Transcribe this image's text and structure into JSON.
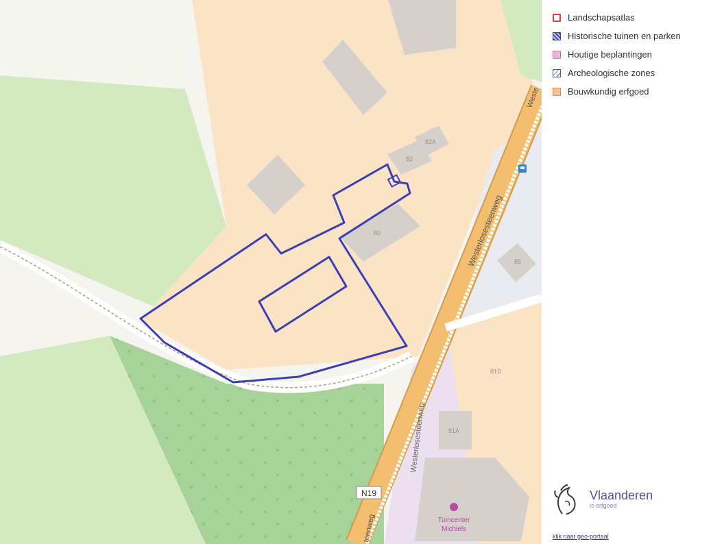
{
  "legend": {
    "items": [
      {
        "label": "Landschapsatlas",
        "color": "#d33c3c",
        "style": "outline"
      },
      {
        "label": "Historische tuinen en parken",
        "color": "#3d3fa0",
        "style": "hatched"
      },
      {
        "label": "Houtige beplantingen",
        "color": "#c77ab3",
        "style": "filled"
      },
      {
        "label": "Archeologische zones",
        "color": "#4a5c7a",
        "style": "hatched-outline"
      },
      {
        "label": "Bouwkundig erfgoed",
        "color": "#e38a4a",
        "style": "filled"
      }
    ]
  },
  "map": {
    "road_labels": [
      "Westerlosesteenweg",
      "Westerlosesteenweg",
      "teenweg",
      "Weste"
    ],
    "route_shield": "N19",
    "house_numbers": [
      "82",
      "82A",
      "80",
      "85",
      "81D",
      "81A"
    ],
    "poi_label_line1": "Tuincenter",
    "poi_label_line2": "Michiels",
    "colors": {
      "residential": "#fbe3c6",
      "grass": "#d3eac0",
      "forest": "#a7d39a",
      "road": "#f3be6f",
      "building": "#d6d0cd",
      "commercial": "#ece0f0",
      "parcel": "#3b3fb5"
    }
  },
  "branding": {
    "name": "Vlaanderen",
    "subtitle": "is erfgoed",
    "link_text": "klik naar geo-portaal"
  }
}
